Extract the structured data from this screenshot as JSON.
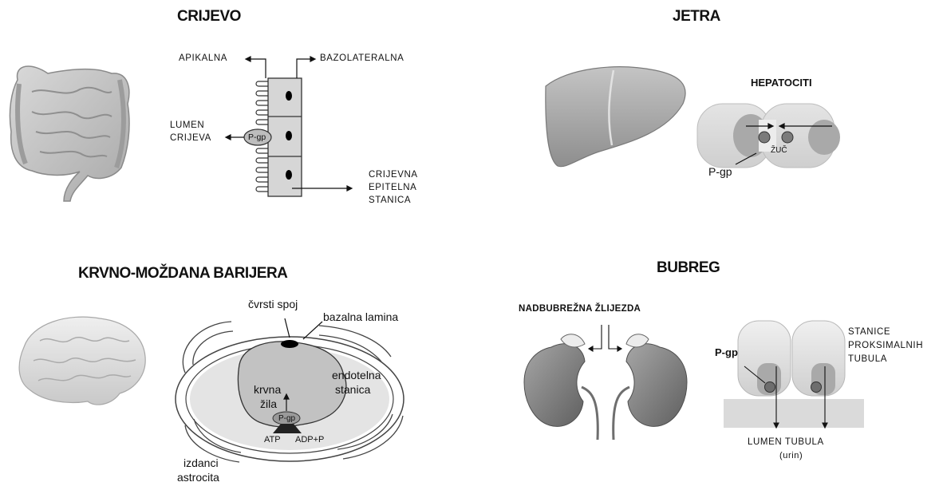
{
  "intestine": {
    "title": "CRIJEVO",
    "apical": "APIKALNA",
    "basolateral": "BAZOLATERALNA",
    "lumen_line1": "LUMEN",
    "lumen_line2": "CRIJEVA",
    "pgp": "P-gp",
    "cell_line1": "CRIJEVNA",
    "cell_line2": "EPITELNA",
    "cell_line3": "STANICA"
  },
  "liver": {
    "title": "JETRA",
    "hepatocytes": "HEPATOCITI",
    "bile": "ŽUČ",
    "pgp": "P-gp"
  },
  "brain": {
    "title": "KRVNO-MOŽDANA BARIJERA",
    "tight_junction": "čvrsti  spoj",
    "basal_lamina": "bazalna lamina",
    "endothelial_line1": "endotelna",
    "endothelial_line2": "stanica",
    "vessel_line1": "krvna",
    "vessel_line2": "žila",
    "pgp": "P-gp",
    "atp": "ATP",
    "adp": "ADP+P",
    "astro_line1": "izdanci",
    "astro_line2": "astrocita"
  },
  "kidney": {
    "title": "BUBREG",
    "adrenal": "NADBUBREŽNA ŽLIJEZDA",
    "cells_line1": "STANICE",
    "cells_line2": "PROKSIMALNIH",
    "cells_line3": "TUBULA",
    "pgp": "P-gp",
    "lumen": "LUMEN TUBULA",
    "urine": "(urin)"
  }
}
